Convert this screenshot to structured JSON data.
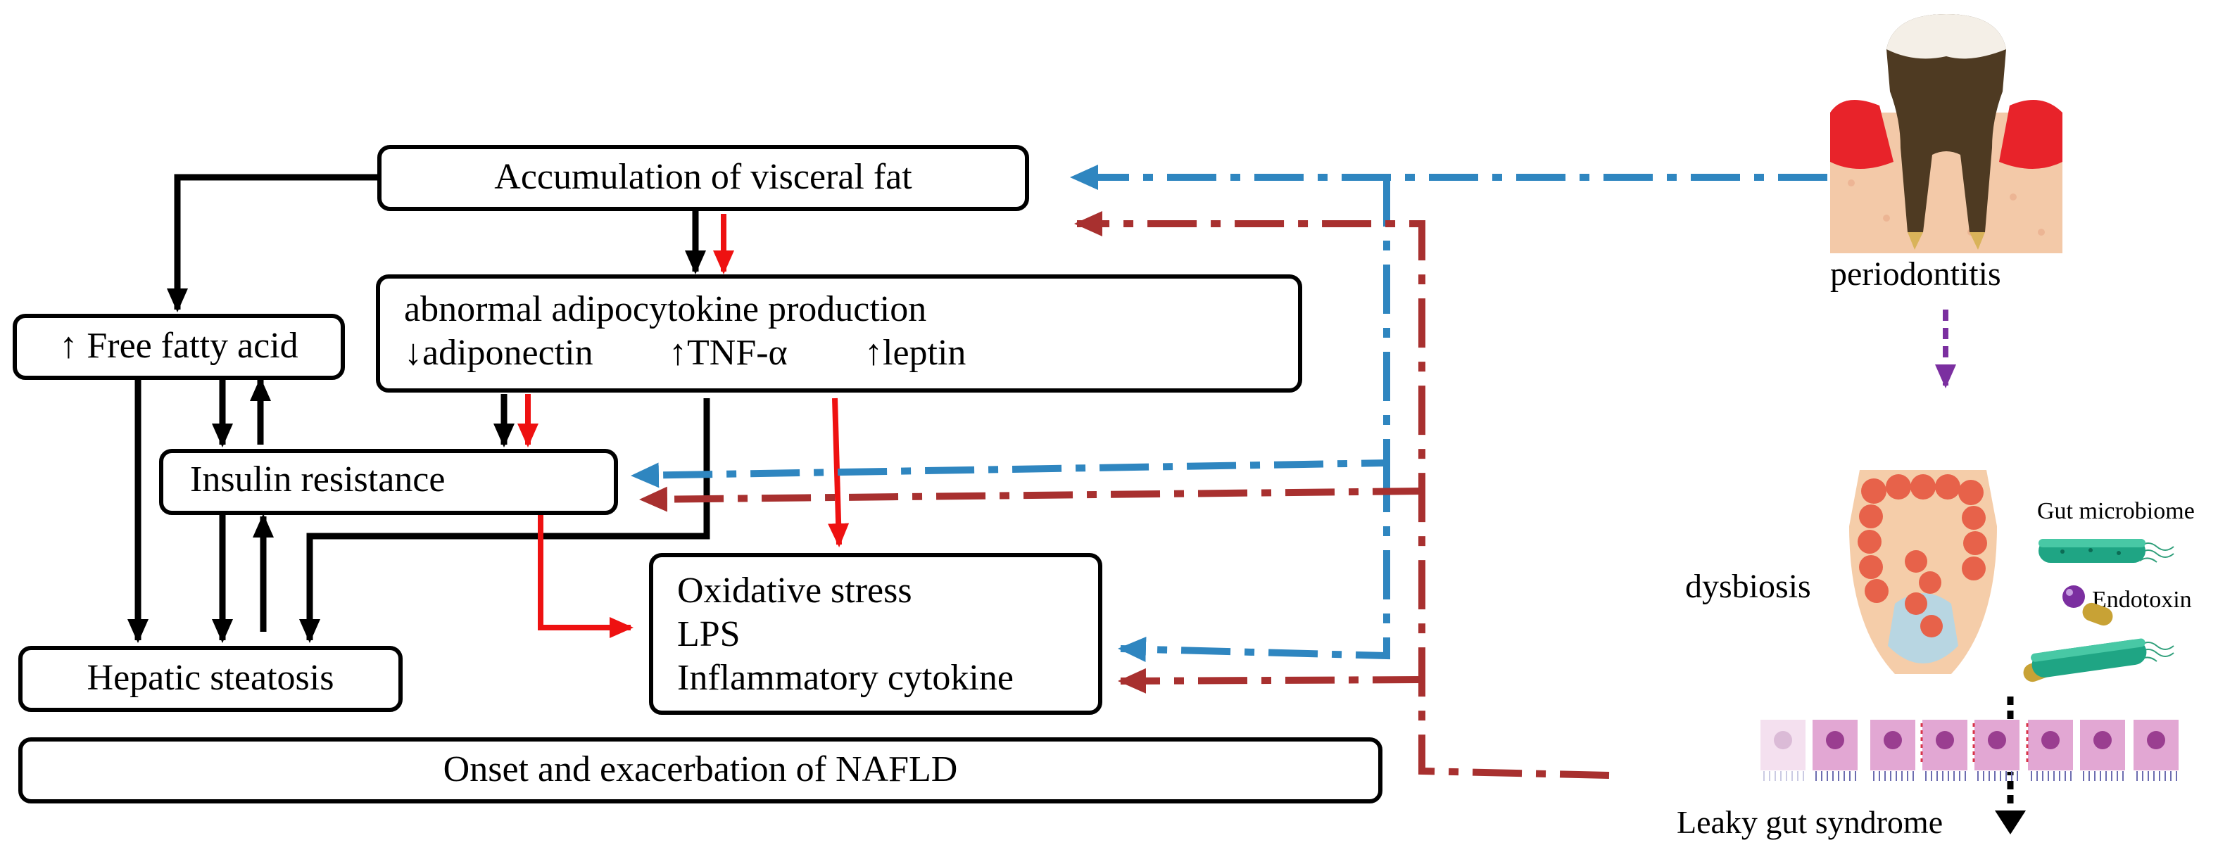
{
  "boxes": {
    "visceral": "Accumulation of visceral fat",
    "adipo_line1": "abnormal adipocytokine production",
    "adipo_adiponectin": "↓adiponectin",
    "adipo_tnf": "↑TNF-α",
    "adipo_leptin": "↑leptin",
    "ffa": "↑ Free fatty acid",
    "insulin": "Insulin resistance",
    "oxidative_line1": "Oxidative stress",
    "oxidative_line2": "LPS",
    "oxidative_line3": "Inflammatory cytokine",
    "steatosis": "Hepatic steatosis",
    "nafld": "Onset and exacerbation of NAFLD"
  },
  "labels": {
    "periodontitis": "periodontitis",
    "dysbiosis": "dysbiosis",
    "gut_microbiome": "Gut microbiome",
    "endotoxin": "Endotoxin",
    "leaky_gut": "Leaky gut syndrome"
  },
  "colors": {
    "black_arrow": "#000000",
    "red_arrow": "#ee1111",
    "blue_dashdot": "#2f86c0",
    "darkred_dashdot": "#a8302f",
    "purple_dashed": "#7b2fa0"
  },
  "icons": [
    "tooth-icon",
    "intestine-icon",
    "bacteria-icon",
    "endotoxin-icon",
    "epithelium-icon"
  ]
}
